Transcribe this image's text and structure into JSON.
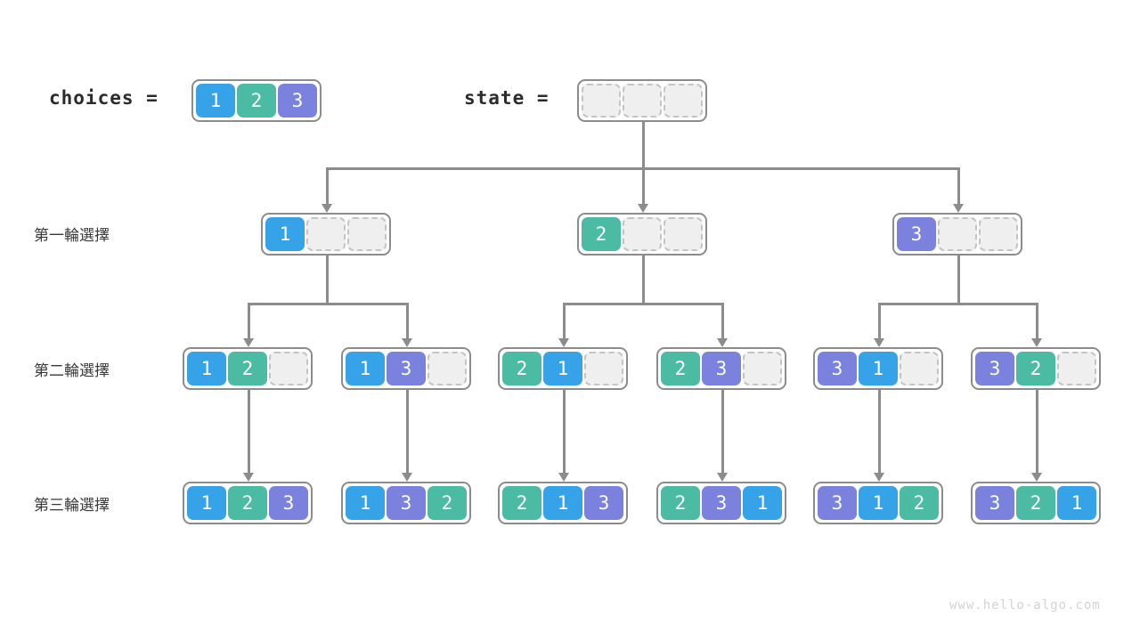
{
  "header": {
    "choices_label": "choices =",
    "state_label": "state ="
  },
  "legend": {
    "colors": {
      "blue": "#36a3e8",
      "green": "#4cbba4",
      "purple": "#7b82dd",
      "empty_fill": "#efefef",
      "empty_border": "#c4c4c4",
      "node_border": "#8c8c8c",
      "connector": "#8c8c8c",
      "text": "#3a3a3a",
      "watermark": "#d3d3d3"
    }
  },
  "choices": {
    "cells": [
      {
        "value": "1",
        "color": "blue"
      },
      {
        "value": "2",
        "color": "green"
      },
      {
        "value": "3",
        "color": "purple"
      }
    ]
  },
  "state": {
    "cells": [
      {
        "value": "",
        "color": "empty"
      },
      {
        "value": "",
        "color": "empty"
      },
      {
        "value": "",
        "color": "empty"
      }
    ]
  },
  "rows": [
    {
      "label": "第一輪選擇"
    },
    {
      "label": "第二輪選擇"
    },
    {
      "label": "第三輪選擇"
    }
  ],
  "level1": [
    {
      "cells": [
        {
          "value": "1",
          "color": "blue"
        },
        {
          "value": "",
          "color": "empty"
        },
        {
          "value": "",
          "color": "empty"
        }
      ]
    },
    {
      "cells": [
        {
          "value": "2",
          "color": "green"
        },
        {
          "value": "",
          "color": "empty"
        },
        {
          "value": "",
          "color": "empty"
        }
      ]
    },
    {
      "cells": [
        {
          "value": "3",
          "color": "purple"
        },
        {
          "value": "",
          "color": "empty"
        },
        {
          "value": "",
          "color": "empty"
        }
      ]
    }
  ],
  "level2": [
    {
      "cells": [
        {
          "value": "1",
          "color": "blue"
        },
        {
          "value": "2",
          "color": "green"
        },
        {
          "value": "",
          "color": "empty"
        }
      ]
    },
    {
      "cells": [
        {
          "value": "1",
          "color": "blue"
        },
        {
          "value": "3",
          "color": "purple"
        },
        {
          "value": "",
          "color": "empty"
        }
      ]
    },
    {
      "cells": [
        {
          "value": "2",
          "color": "green"
        },
        {
          "value": "1",
          "color": "blue"
        },
        {
          "value": "",
          "color": "empty"
        }
      ]
    },
    {
      "cells": [
        {
          "value": "2",
          "color": "green"
        },
        {
          "value": "3",
          "color": "purple"
        },
        {
          "value": "",
          "color": "empty"
        }
      ]
    },
    {
      "cells": [
        {
          "value": "3",
          "color": "purple"
        },
        {
          "value": "1",
          "color": "blue"
        },
        {
          "value": "",
          "color": "empty"
        }
      ]
    },
    {
      "cells": [
        {
          "value": "3",
          "color": "purple"
        },
        {
          "value": "2",
          "color": "green"
        },
        {
          "value": "",
          "color": "empty"
        }
      ]
    }
  ],
  "level3": [
    {
      "cells": [
        {
          "value": "1",
          "color": "blue"
        },
        {
          "value": "2",
          "color": "green"
        },
        {
          "value": "3",
          "color": "purple"
        }
      ]
    },
    {
      "cells": [
        {
          "value": "1",
          "color": "blue"
        },
        {
          "value": "3",
          "color": "purple"
        },
        {
          "value": "2",
          "color": "green"
        }
      ]
    },
    {
      "cells": [
        {
          "value": "2",
          "color": "green"
        },
        {
          "value": "1",
          "color": "blue"
        },
        {
          "value": "3",
          "color": "purple"
        }
      ]
    },
    {
      "cells": [
        {
          "value": "2",
          "color": "green"
        },
        {
          "value": "3",
          "color": "purple"
        },
        {
          "value": "1",
          "color": "blue"
        }
      ]
    },
    {
      "cells": [
        {
          "value": "3",
          "color": "purple"
        },
        {
          "value": "1",
          "color": "blue"
        },
        {
          "value": "2",
          "color": "green"
        }
      ]
    },
    {
      "cells": [
        {
          "value": "3",
          "color": "purple"
        },
        {
          "value": "2",
          "color": "green"
        },
        {
          "value": "1",
          "color": "blue"
        }
      ]
    }
  ],
  "watermark": "www.hello-algo.com"
}
